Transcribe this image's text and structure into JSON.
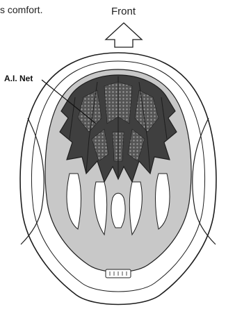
{
  "caption": "s comfort.",
  "front_label": "Front",
  "callout_label": "A.I. Net",
  "colors": {
    "shell": "#ffffff",
    "outline": "#1e1e1e",
    "liner": "#c8c8c8",
    "net": "#4a4a4a",
    "net_dots": "#8a8a8a"
  },
  "icons": [
    "front-arrow-icon"
  ]
}
